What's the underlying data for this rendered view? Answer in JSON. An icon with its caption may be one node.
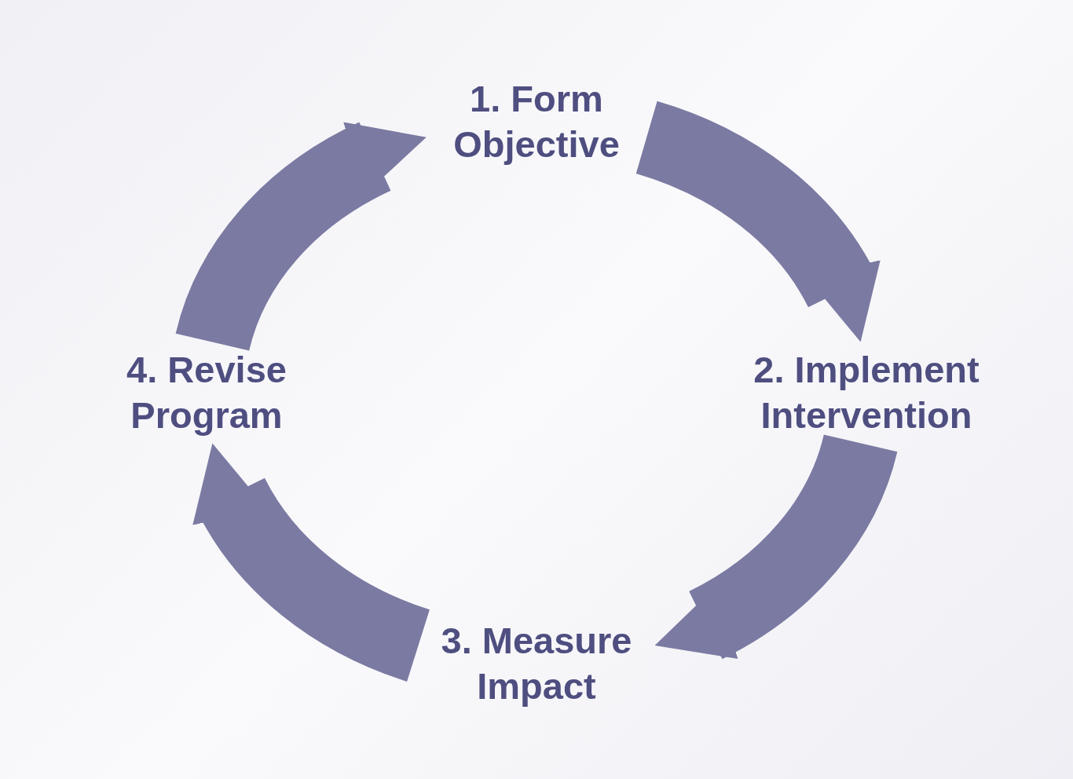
{
  "diagram": {
    "nodes": [
      {
        "text": [
          "1. Form Objective"
        ]
      },
      {
        "text": [
          "2. Implement Intervention"
        ]
      },
      {
        "text": [
          "3. Measure Impact"
        ]
      },
      {
        "text": [
          "4. Revise Program"
        ]
      }
    ],
    "edges": [
      {
        "from": 0,
        "to": 1,
        "arrow": "to"
      },
      {
        "from": 1,
        "to": 2,
        "arrow": "to"
      },
      {
        "from": 2,
        "to": 3,
        "arrow": "to"
      },
      {
        "from": 3,
        "to": 0,
        "arrow": "to"
      }
    ]
  }
}
